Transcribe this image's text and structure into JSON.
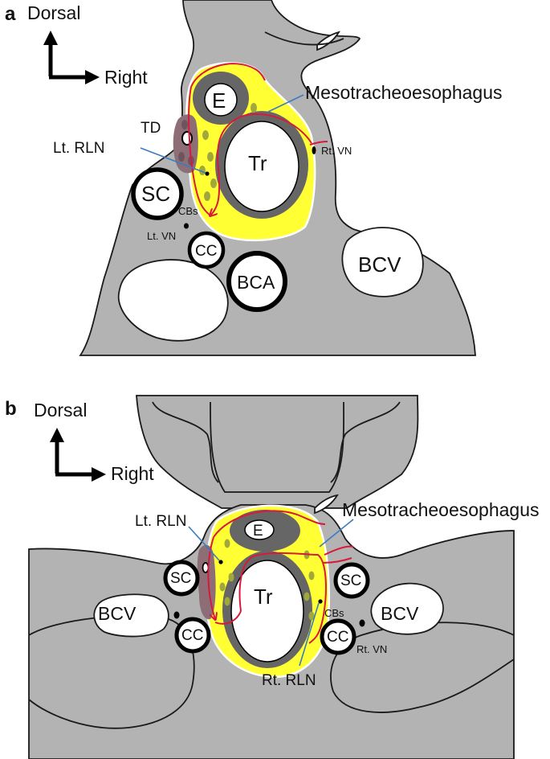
{
  "colors": {
    "tissue": "#b3b3b3",
    "yellow": "#ffff33",
    "olive": "#a0a83c",
    "red": "#d8193c",
    "blue": "#3c7bc0",
    "esophagus_wall": "#666666",
    "brown": "#8d6e76"
  },
  "panel_a": {
    "letter": "a",
    "orientation": {
      "dorsal": "Dorsal",
      "right": "Right"
    },
    "labels": {
      "E": "E",
      "Tr": "Tr",
      "TD": "TD",
      "SC": "SC",
      "CC": "CC",
      "BCA": "BCA",
      "BCV": "BCV",
      "lt_rln": "Lt. RLN",
      "rt_vn": "Rt. VN",
      "lt_vn": "Lt. VN",
      "cbs": "CBs",
      "meso": "Mesotracheoesophagus"
    }
  },
  "panel_b": {
    "letter": "b",
    "orientation": {
      "dorsal": "Dorsal",
      "right": "Right"
    },
    "labels": {
      "E": "E",
      "Tr": "Tr",
      "SC_left": "SC",
      "SC_right": "SC",
      "CC_left": "CC",
      "CC_right": "CC",
      "BCV_left": "BCV",
      "BCV_right": "BCV",
      "lt_rln": "Lt. RLN",
      "rt_rln": "Rt. RLN",
      "rt_vn": "Rt. VN",
      "cbs": "CBs",
      "meso": "Mesotracheoesophagus"
    }
  }
}
